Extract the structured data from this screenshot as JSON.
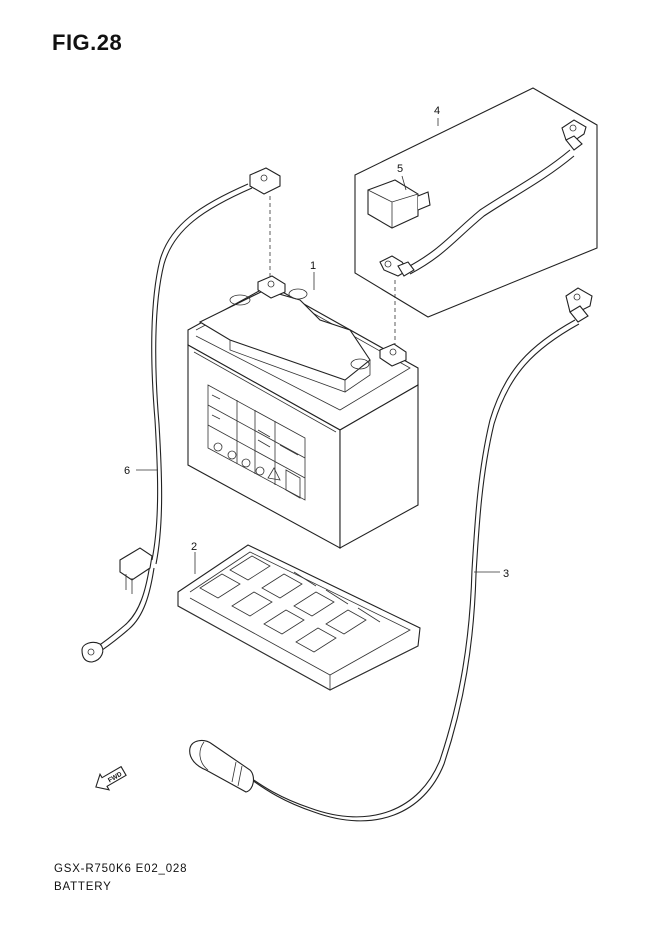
{
  "title": "FIG.28",
  "footer": {
    "model_code": "GSX-R750K6 E02_028",
    "section_name": "BATTERY"
  },
  "callouts": [
    "1",
    "2",
    "3",
    "4",
    "5",
    "6"
  ],
  "front_arrow_label": "FWD"
}
